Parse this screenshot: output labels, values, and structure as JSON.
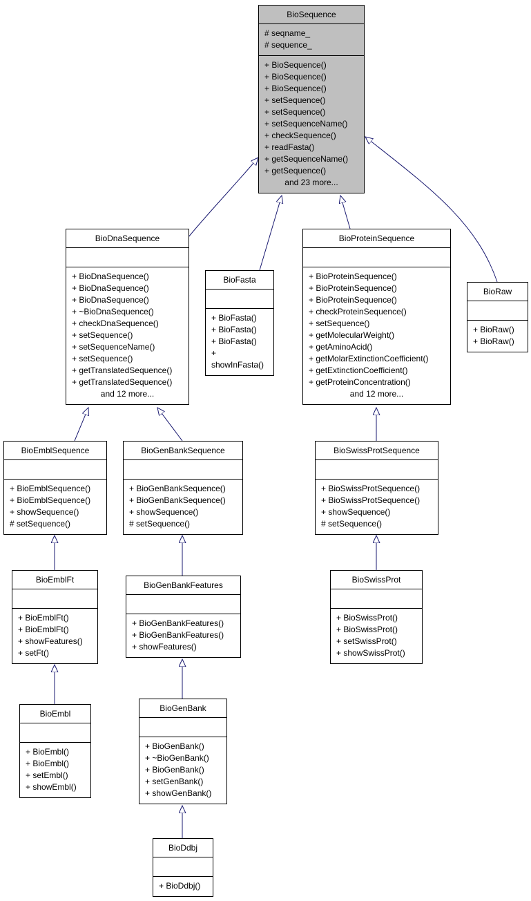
{
  "classes": [
    {
      "id": "BioSequence",
      "name": "BioSequence",
      "root": true,
      "attributes": [
        "# seqname_",
        "# sequence_"
      ],
      "methods": [
        "+ BioSequence()",
        "+ BioSequence()",
        "+ BioSequence()",
        "+ setSequence()",
        "+ setSequence()",
        "+ setSequenceName()",
        "+ checkSequence()",
        "+ readFasta()",
        "+ getSequenceName()",
        "+ getSequence()"
      ],
      "more": "and 23 more..."
    },
    {
      "id": "BioDnaSequence",
      "name": "BioDnaSequence",
      "attributes": [],
      "methods": [
        "+ BioDnaSequence()",
        "+ BioDnaSequence()",
        "+ BioDnaSequence()",
        "+ ~BioDnaSequence()",
        "+ checkDnaSequence()",
        "+ setSequence()",
        "+ setSequenceName()",
        "+ setSequence()",
        "+ getTranslatedSequence()",
        "+ getTranslatedSequence()"
      ],
      "more": "and 12 more..."
    },
    {
      "id": "BioFasta",
      "name": "BioFasta",
      "attributes": [],
      "methods": [
        "+ BioFasta()",
        "+ BioFasta()",
        "+ BioFasta()",
        "+ showInFasta()"
      ]
    },
    {
      "id": "BioProteinSequence",
      "name": "BioProteinSequence",
      "attributes": [],
      "methods": [
        "+ BioProteinSequence()",
        "+ BioProteinSequence()",
        "+ BioProteinSequence()",
        "+ checkProteinSequence()",
        "+ setSequence()",
        "+ getMolecularWeight()",
        "+ getAminoAcid()",
        "+ getMolarExtinctionCoefficient()",
        "+ getExtinctionCoefficient()",
        "+ getProteinConcentration()"
      ],
      "more": "and 12 more..."
    },
    {
      "id": "BioRaw",
      "name": "BioRaw",
      "attributes": [],
      "methods": [
        "+ BioRaw()",
        "+ BioRaw()"
      ]
    },
    {
      "id": "BioEmblSequence",
      "name": "BioEmblSequence",
      "attributes": [],
      "methods": [
        "+ BioEmblSequence()",
        "+ BioEmblSequence()",
        "+ showSequence()",
        "# setSequence()"
      ]
    },
    {
      "id": "BioGenBankSequence",
      "name": "BioGenBankSequence",
      "attributes": [],
      "methods": [
        "+ BioGenBankSequence()",
        "+ BioGenBankSequence()",
        "+ showSequence()",
        "# setSequence()"
      ]
    },
    {
      "id": "BioSwissProtSequence",
      "name": "BioSwissProtSequence",
      "attributes": [],
      "methods": [
        "+ BioSwissProtSequence()",
        "+ BioSwissProtSequence()",
        "+ showSequence()",
        "# setSequence()"
      ]
    },
    {
      "id": "BioEmblFt",
      "name": "BioEmblFt",
      "attributes": [],
      "methods": [
        "+ BioEmblFt()",
        "+ BioEmblFt()",
        "+ showFeatures()",
        "+ setFt()"
      ]
    },
    {
      "id": "BioGenBankFeatures",
      "name": "BioGenBankFeatures",
      "attributes": [],
      "methods": [
        "+ BioGenBankFeatures()",
        "+ BioGenBankFeatures()",
        "+ showFeatures()"
      ]
    },
    {
      "id": "BioSwissProt",
      "name": "BioSwissProt",
      "attributes": [],
      "methods": [
        "+ BioSwissProt()",
        "+ BioSwissProt()",
        "+ setSwissProt()",
        "+ showSwissProt()"
      ]
    },
    {
      "id": "BioEmbl",
      "name": "BioEmbl",
      "attributes": [],
      "methods": [
        "+ BioEmbl()",
        "+ BioEmbl()",
        "+ setEmbl()",
        "+ showEmbl()"
      ]
    },
    {
      "id": "BioGenBank",
      "name": "BioGenBank",
      "attributes": [],
      "methods": [
        "+ BioGenBank()",
        "+ ~BioGenBank()",
        "+ BioGenBank()",
        "+ setGenBank()",
        "+ showGenBank()"
      ]
    },
    {
      "id": "BioDdbj",
      "name": "BioDdbj",
      "attributes": [],
      "methods": [
        "+ BioDdbj()"
      ]
    }
  ],
  "inheritance": [
    [
      "BioDnaSequence",
      "BioSequence"
    ],
    [
      "BioFasta",
      "BioSequence"
    ],
    [
      "BioProteinSequence",
      "BioSequence"
    ],
    [
      "BioRaw",
      "BioSequence"
    ],
    [
      "BioEmblSequence",
      "BioDnaSequence"
    ],
    [
      "BioGenBankSequence",
      "BioDnaSequence"
    ],
    [
      "BioSwissProtSequence",
      "BioProteinSequence"
    ],
    [
      "BioEmblFt",
      "BioEmblSequence"
    ],
    [
      "BioGenBankFeatures",
      "BioGenBankSequence"
    ],
    [
      "BioSwissProt",
      "BioSwissProtSequence"
    ],
    [
      "BioEmbl",
      "BioEmblFt"
    ],
    [
      "BioGenBank",
      "BioGenBankFeatures"
    ],
    [
      "BioDdbj",
      "BioGenBank"
    ]
  ],
  "colors": {
    "root_fill": "#bfbfbf",
    "edge": "#191970"
  }
}
